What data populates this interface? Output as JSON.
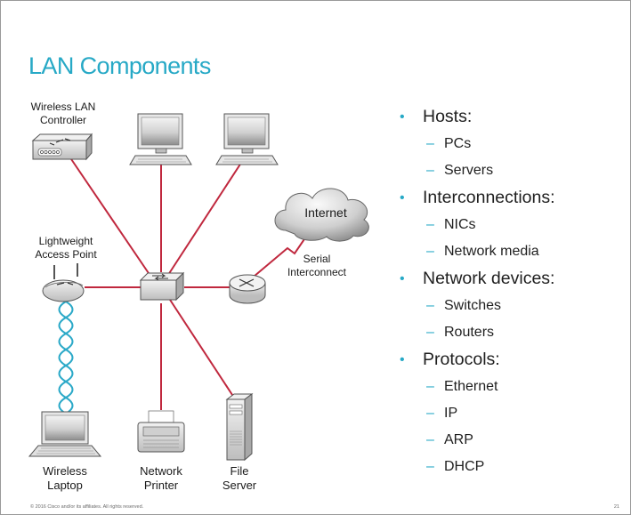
{
  "slide": {
    "title": "LAN Components",
    "footer": "© 2016 Cisco and/or its affiliates. All rights reserved.",
    "page_number": "21"
  },
  "diagram": {
    "labels": {
      "wlc": [
        "Wireless LAN",
        "Controller"
      ],
      "lap": [
        "Lightweight",
        "Access Point"
      ],
      "serial": [
        "Serial",
        "Interconnect"
      ],
      "internet": "Internet",
      "laptop": [
        "Wireless",
        "Laptop"
      ],
      "printer": [
        "Network",
        "Printer"
      ],
      "server": [
        "File",
        "Server"
      ]
    },
    "colors": {
      "link": "#c0283e",
      "wireless": "#2ba9c8",
      "device_body": "#dcdcdc",
      "device_edge": "#555555"
    }
  },
  "bullets": [
    {
      "level": 1,
      "text": "Hosts:"
    },
    {
      "level": 2,
      "text": "PCs"
    },
    {
      "level": 2,
      "text": "Servers"
    },
    {
      "level": 1,
      "text": "Interconnections:"
    },
    {
      "level": 2,
      "text": "NICs"
    },
    {
      "level": 2,
      "text": "Network media"
    },
    {
      "level": 1,
      "text": "Network devices:"
    },
    {
      "level": 2,
      "text": "Switches"
    },
    {
      "level": 2,
      "text": "Routers"
    },
    {
      "level": 1,
      "text": "Protocols:"
    },
    {
      "level": 2,
      "text": "Ethernet"
    },
    {
      "level": 2,
      "text": "IP"
    },
    {
      "level": 2,
      "text": "ARP"
    },
    {
      "level": 2,
      "text": "DHCP"
    }
  ]
}
